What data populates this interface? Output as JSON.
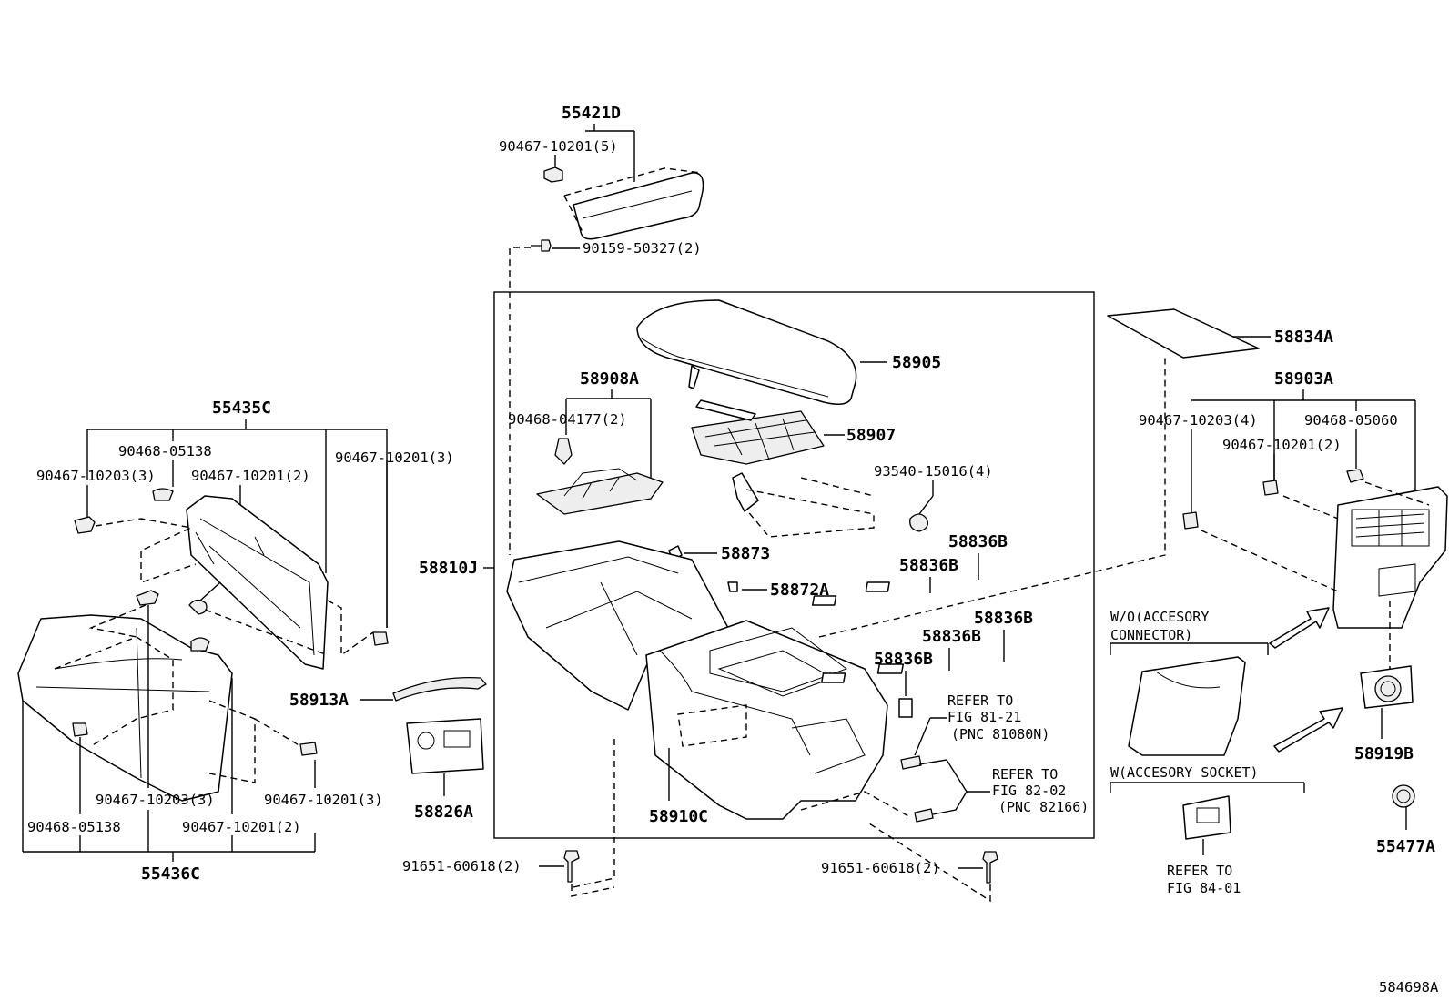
{
  "diagram_id": "584698A",
  "labels": {
    "p55421D": "55421D",
    "c90467_10201_5": "90467-10201(5)",
    "c90159_50327_2": "90159-50327(2)",
    "p58905": "58905",
    "p58908A": "58908A",
    "c90468_04177_2": "90468-04177(2)",
    "p58907": "58907",
    "c93540_15016_4": "93540-15016(4)",
    "p58873": "58873",
    "p58872A": "58872A",
    "p58810J": "58810J",
    "p58836B_1": "58836B",
    "p58836B_2": "58836B",
    "p58836B_3": "58836B",
    "p58836B_4": "58836B",
    "p58836B_5": "58836B",
    "ref_81_21_a": "REFER TO",
    "ref_81_21_b": "FIG 81-21",
    "ref_81_21_c": "(PNC 81080N)",
    "ref_82_02_a": "REFER TO",
    "ref_82_02_b": "FIG 82-02",
    "ref_82_02_c": "(PNC 82166)",
    "p58910C": "58910C",
    "c91651_60618_2_left": "91651-60618(2)",
    "c91651_60618_2_right": "91651-60618(2)",
    "p58913A": "58913A",
    "p58826A": "58826A",
    "p55435C": "55435C",
    "c90468_05138_top": "90468-05138",
    "c90467_10203_3_top": "90467-10203(3)",
    "c90467_10201_2_top": "90467-10201(2)",
    "c90467_10201_3_top": "90467-10201(3)",
    "c90467_10203_3_bot": "90467-10203(3)",
    "c90467_10201_3_bot": "90467-10201(3)",
    "c90468_05138_bot": "90468-05138",
    "c90467_10201_2_bot": "90467-10201(2)",
    "p55436C": "55436C",
    "p58834A": "58834A",
    "p58903A": "58903A",
    "c90467_10203_4": "90467-10203(4)",
    "c90468_05060": "90468-05060",
    "c90467_10201_2_right": "90467-10201(2)",
    "wo_a": "W/O(ACCESORY",
    "wo_b": "CONNECTOR)",
    "w_socket": "W(ACCESORY SOCKET)",
    "ref_84_01_a": "REFER TO",
    "ref_84_01_b": "FIG 84-01",
    "p58919B": "58919B",
    "p55477A": "55477A"
  }
}
